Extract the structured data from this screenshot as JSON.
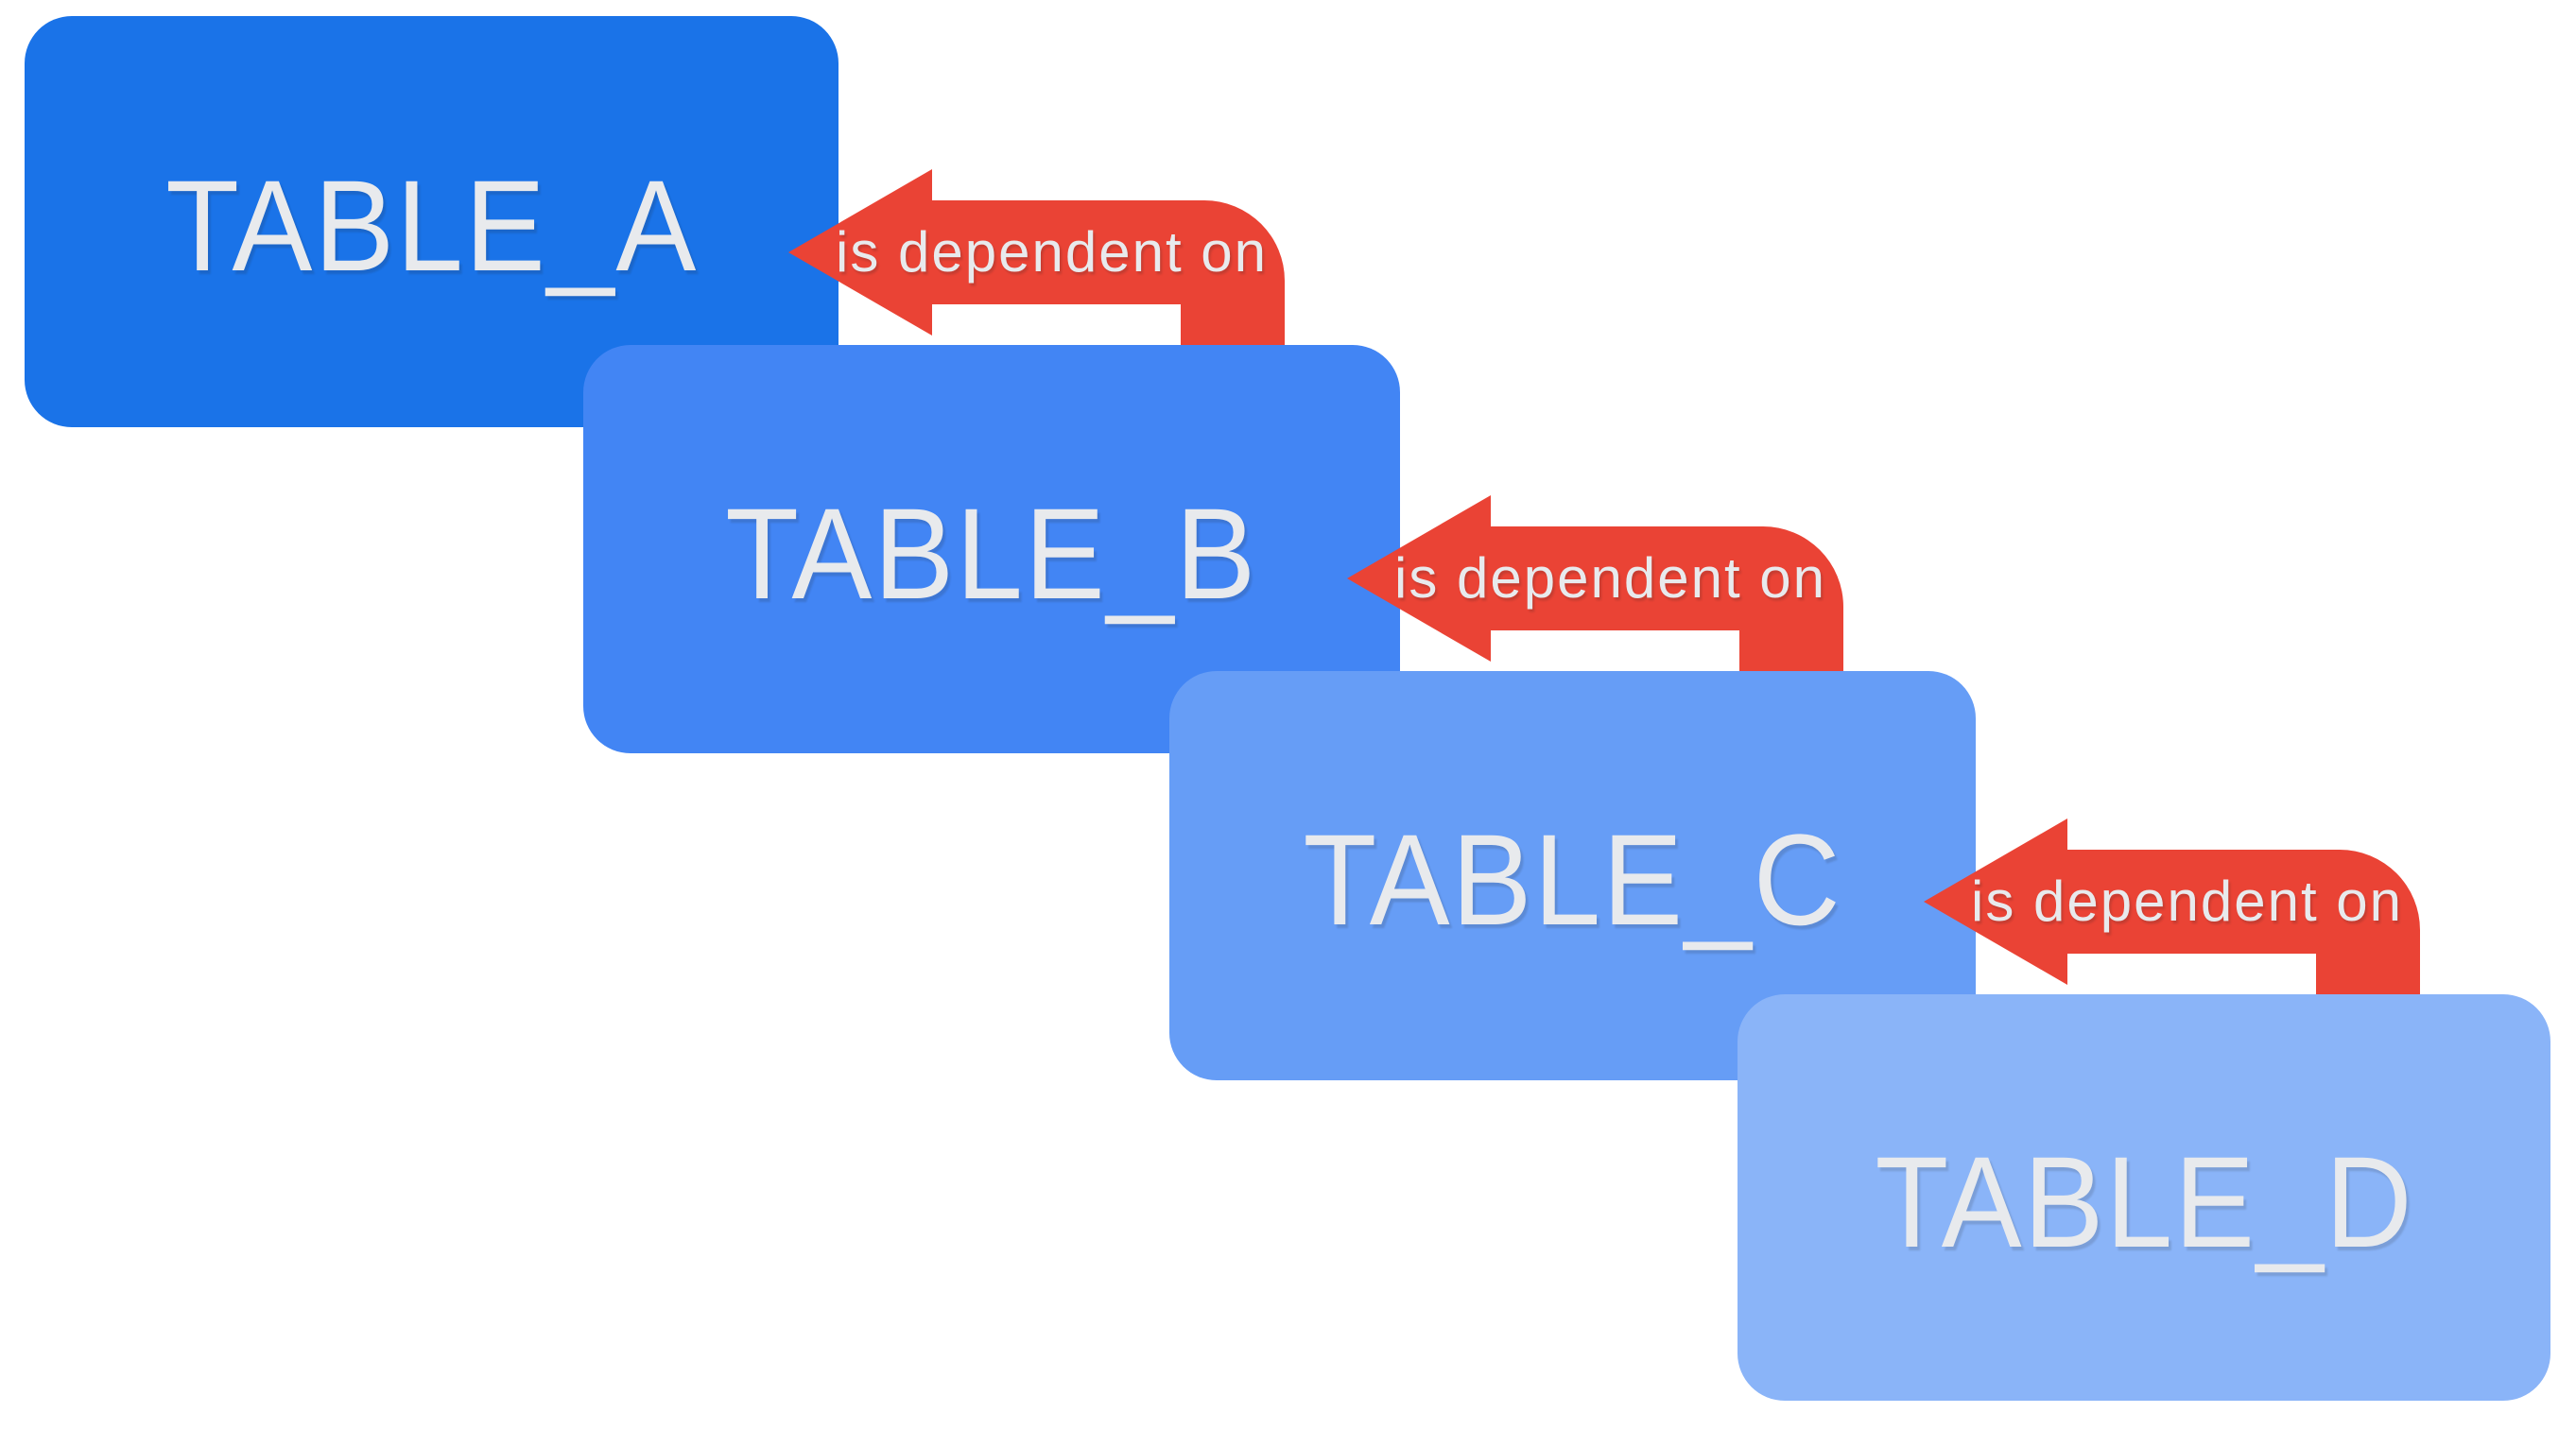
{
  "diagram": {
    "background_color": "#FFFFFF",
    "label_text_color": "#E8EAED",
    "arrow": {
      "color": "#EA4335",
      "direction": "left",
      "label": "is dependent on"
    },
    "tables": [
      {
        "id": "table-a",
        "label": "TABLE_A",
        "color": "#1A73E8"
      },
      {
        "id": "table-b",
        "label": "TABLE_B",
        "color": "#4285F4"
      },
      {
        "id": "table-c",
        "label": "TABLE_C",
        "color": "#669DF6"
      },
      {
        "id": "table-d",
        "label": "TABLE_D",
        "color": "#8AB4F8"
      }
    ],
    "dependencies": [
      {
        "from": "TABLE_B",
        "to": "TABLE_A",
        "label": "is dependent on"
      },
      {
        "from": "TABLE_C",
        "to": "TABLE_B",
        "label": "is dependent on"
      },
      {
        "from": "TABLE_D",
        "to": "TABLE_C",
        "label": "is dependent on"
      }
    ]
  }
}
